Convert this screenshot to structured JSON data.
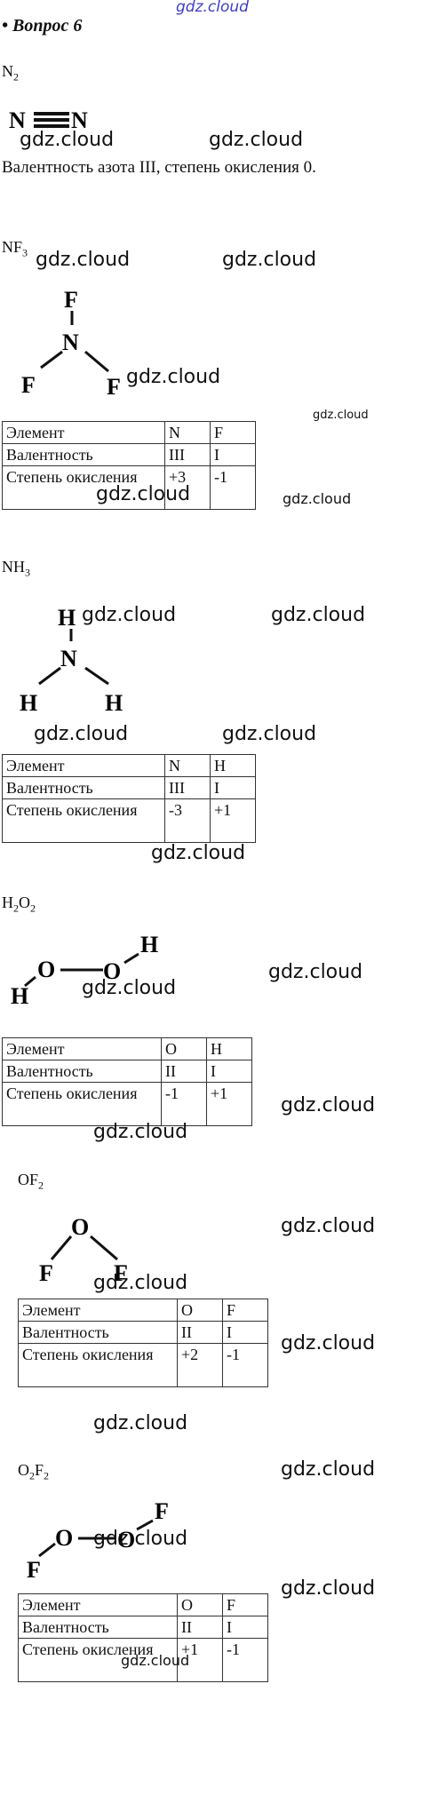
{
  "watermark": "gdz.cloud",
  "question_title": "• Вопрос 6",
  "sections": {
    "n2": {
      "formula_main": "N",
      "formula_sub": "2",
      "atoms": [
        "N",
        "N"
      ],
      "note": "Валентность азота III, степень окисления 0."
    },
    "nf3": {
      "formula_main": "NF",
      "formula_sub": "3",
      "atoms": [
        "F",
        "N",
        "F",
        "F"
      ],
      "table": {
        "headers": [
          "Элемент",
          "N",
          "F"
        ],
        "valence": [
          "Валентность",
          "III",
          "I"
        ],
        "oxidation": [
          "Степень окисления",
          "+3",
          "-1"
        ]
      }
    },
    "nh3": {
      "formula_main": "NH",
      "formula_sub": "3",
      "atoms": [
        "H",
        "N",
        "H",
        "H"
      ],
      "table": {
        "headers": [
          "Элемент",
          "N",
          "H"
        ],
        "valence": [
          "Валентность",
          "III",
          "I"
        ],
        "oxidation": [
          "Степень окисления",
          "-3",
          "+1"
        ]
      }
    },
    "h2o2": {
      "formula_main": "H",
      "formula_sub": "2",
      "formula_main2": "O",
      "formula_sub2": "2",
      "atoms": [
        "H",
        "O",
        "O",
        "H"
      ],
      "table": {
        "headers": [
          "Элемент",
          "O",
          "H"
        ],
        "valence": [
          "Валентность",
          "II",
          "I"
        ],
        "oxidation": [
          "Степень окисления",
          "-1",
          "+1"
        ]
      }
    },
    "of2": {
      "formula_main": "OF",
      "formula_sub": "2",
      "atoms": [
        "O",
        "F",
        "F"
      ],
      "table": {
        "headers": [
          "Элемент",
          "O",
          "F"
        ],
        "valence": [
          "Валентность",
          "II",
          "I"
        ],
        "oxidation": [
          "Степень окисления",
          "+2",
          "-1"
        ]
      }
    },
    "o2f2": {
      "formula_main": "O",
      "formula_sub": "2",
      "formula_main2": "F",
      "formula_sub2": "2",
      "atoms": [
        "O",
        "O",
        "F",
        "F"
      ],
      "table": {
        "headers": [
          "Элемент",
          "O",
          "F"
        ],
        "valence": [
          "Валентность",
          "II",
          "I"
        ],
        "oxidation": [
          "Степень окисления",
          "+1",
          "-1"
        ]
      }
    }
  }
}
